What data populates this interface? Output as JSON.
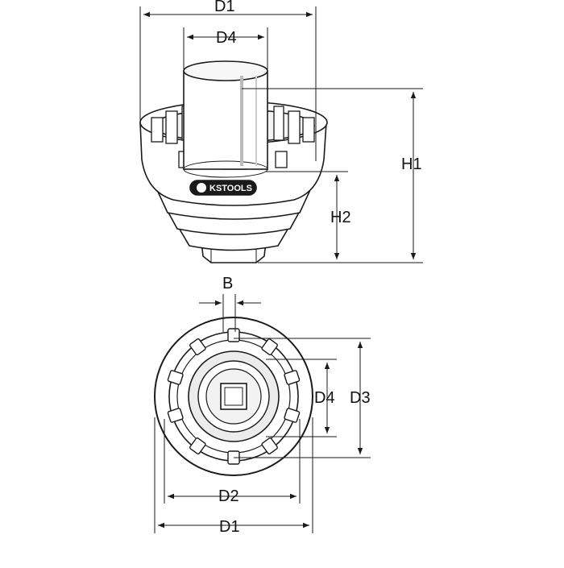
{
  "dimensions": {
    "top_d1": "D1",
    "top_d4": "D4",
    "h1": "H1",
    "h2": "H2",
    "b": "B",
    "bottom_d4": "D4",
    "d3": "D3",
    "d2": "D2",
    "bottom_d1": "D1"
  },
  "logo": {
    "text": "KSTOOLS"
  },
  "colors": {
    "line": "#1a1a1a",
    "fill": "#ffffff",
    "shade": "#e8e8e8",
    "logo_bg": "#1a1a1a"
  }
}
